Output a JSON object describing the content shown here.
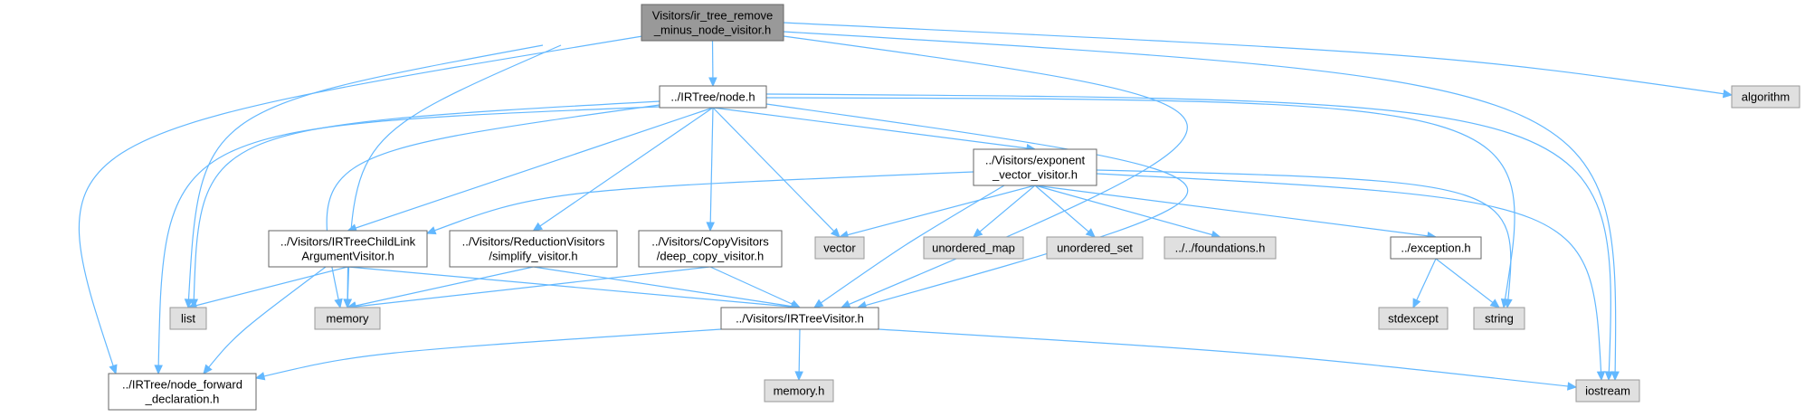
{
  "colors": {
    "root_fill": "#999999",
    "documented_fill": "#ffffff",
    "system_fill": "#e0e0e0",
    "border_dark": "#666666",
    "border_system": "#999999",
    "edge": "#63b8ff"
  },
  "nodes": [
    {
      "id": "root",
      "kind": "root",
      "lines": [
        "Visitors/ir_tree_remove",
        "_minus_node_visitor.h"
      ]
    },
    {
      "id": "node_h",
      "kind": "documented",
      "lines": [
        "../IRTree/node.h"
      ]
    },
    {
      "id": "algorithm",
      "kind": "system",
      "lines": [
        "algorithm"
      ]
    },
    {
      "id": "exponent",
      "kind": "documented",
      "lines": [
        "../Visitors/exponent",
        "_vector_visitor.h"
      ]
    },
    {
      "id": "childlink",
      "kind": "documented",
      "lines": [
        "../Visitors/IRTreeChildLink",
        "ArgumentVisitor.h"
      ]
    },
    {
      "id": "simplify",
      "kind": "documented",
      "lines": [
        "../Visitors/ReductionVisitors",
        "/simplify_visitor.h"
      ]
    },
    {
      "id": "deepcopy",
      "kind": "documented",
      "lines": [
        "../Visitors/CopyVisitors",
        "/deep_copy_visitor.h"
      ]
    },
    {
      "id": "vector",
      "kind": "system",
      "lines": [
        "vector"
      ]
    },
    {
      "id": "unordered_map",
      "kind": "system",
      "lines": [
        "unordered_map"
      ]
    },
    {
      "id": "unordered_set",
      "kind": "system",
      "lines": [
        "unordered_set"
      ]
    },
    {
      "id": "foundations",
      "kind": "system",
      "lines": [
        "../../foundations.h"
      ]
    },
    {
      "id": "exception",
      "kind": "documented",
      "lines": [
        "../exception.h"
      ]
    },
    {
      "id": "list",
      "kind": "system",
      "lines": [
        "list"
      ]
    },
    {
      "id": "memory",
      "kind": "system",
      "lines": [
        "memory"
      ]
    },
    {
      "id": "irtreevisitor",
      "kind": "documented",
      "lines": [
        "../Visitors/IRTreeVisitor.h"
      ]
    },
    {
      "id": "stdexcept",
      "kind": "system",
      "lines": [
        "stdexcept"
      ]
    },
    {
      "id": "string",
      "kind": "system",
      "lines": [
        "string"
      ]
    },
    {
      "id": "forward",
      "kind": "documented",
      "lines": [
        "../IRTree/node_forward",
        "_declaration.h"
      ]
    },
    {
      "id": "memory_h",
      "kind": "system",
      "lines": [
        "memory.h"
      ]
    },
    {
      "id": "iostream",
      "kind": "system",
      "lines": [
        "iostream"
      ]
    }
  ],
  "edges": [
    [
      "root",
      "node_h"
    ],
    [
      "root",
      "algorithm"
    ],
    [
      "root",
      "list"
    ],
    [
      "root",
      "memory"
    ],
    [
      "root",
      "forward"
    ],
    [
      "root",
      "irtreevisitor"
    ],
    [
      "root",
      "iostream"
    ],
    [
      "node_h",
      "exponent"
    ],
    [
      "node_h",
      "childlink"
    ],
    [
      "node_h",
      "simplify"
    ],
    [
      "node_h",
      "deepcopy"
    ],
    [
      "node_h",
      "vector"
    ],
    [
      "node_h",
      "list"
    ],
    [
      "node_h",
      "memory"
    ],
    [
      "node_h",
      "forward"
    ],
    [
      "node_h",
      "irtreevisitor"
    ],
    [
      "node_h",
      "string"
    ],
    [
      "node_h",
      "iostream"
    ],
    [
      "exponent",
      "childlink"
    ],
    [
      "exponent",
      "vector"
    ],
    [
      "exponent",
      "unordered_map"
    ],
    [
      "exponent",
      "unordered_set"
    ],
    [
      "exponent",
      "foundations"
    ],
    [
      "exponent",
      "exception"
    ],
    [
      "exponent",
      "irtreevisitor"
    ],
    [
      "exponent",
      "string"
    ],
    [
      "exponent",
      "iostream"
    ],
    [
      "childlink",
      "list"
    ],
    [
      "childlink",
      "memory"
    ],
    [
      "childlink",
      "irtreevisitor"
    ],
    [
      "childlink",
      "forward"
    ],
    [
      "simplify",
      "memory"
    ],
    [
      "simplify",
      "irtreevisitor"
    ],
    [
      "deepcopy",
      "memory"
    ],
    [
      "deepcopy",
      "irtreevisitor"
    ],
    [
      "exception",
      "stdexcept"
    ],
    [
      "exception",
      "string"
    ],
    [
      "irtreevisitor",
      "forward"
    ],
    [
      "irtreevisitor",
      "memory_h"
    ],
    [
      "irtreevisitor",
      "iostream"
    ]
  ]
}
